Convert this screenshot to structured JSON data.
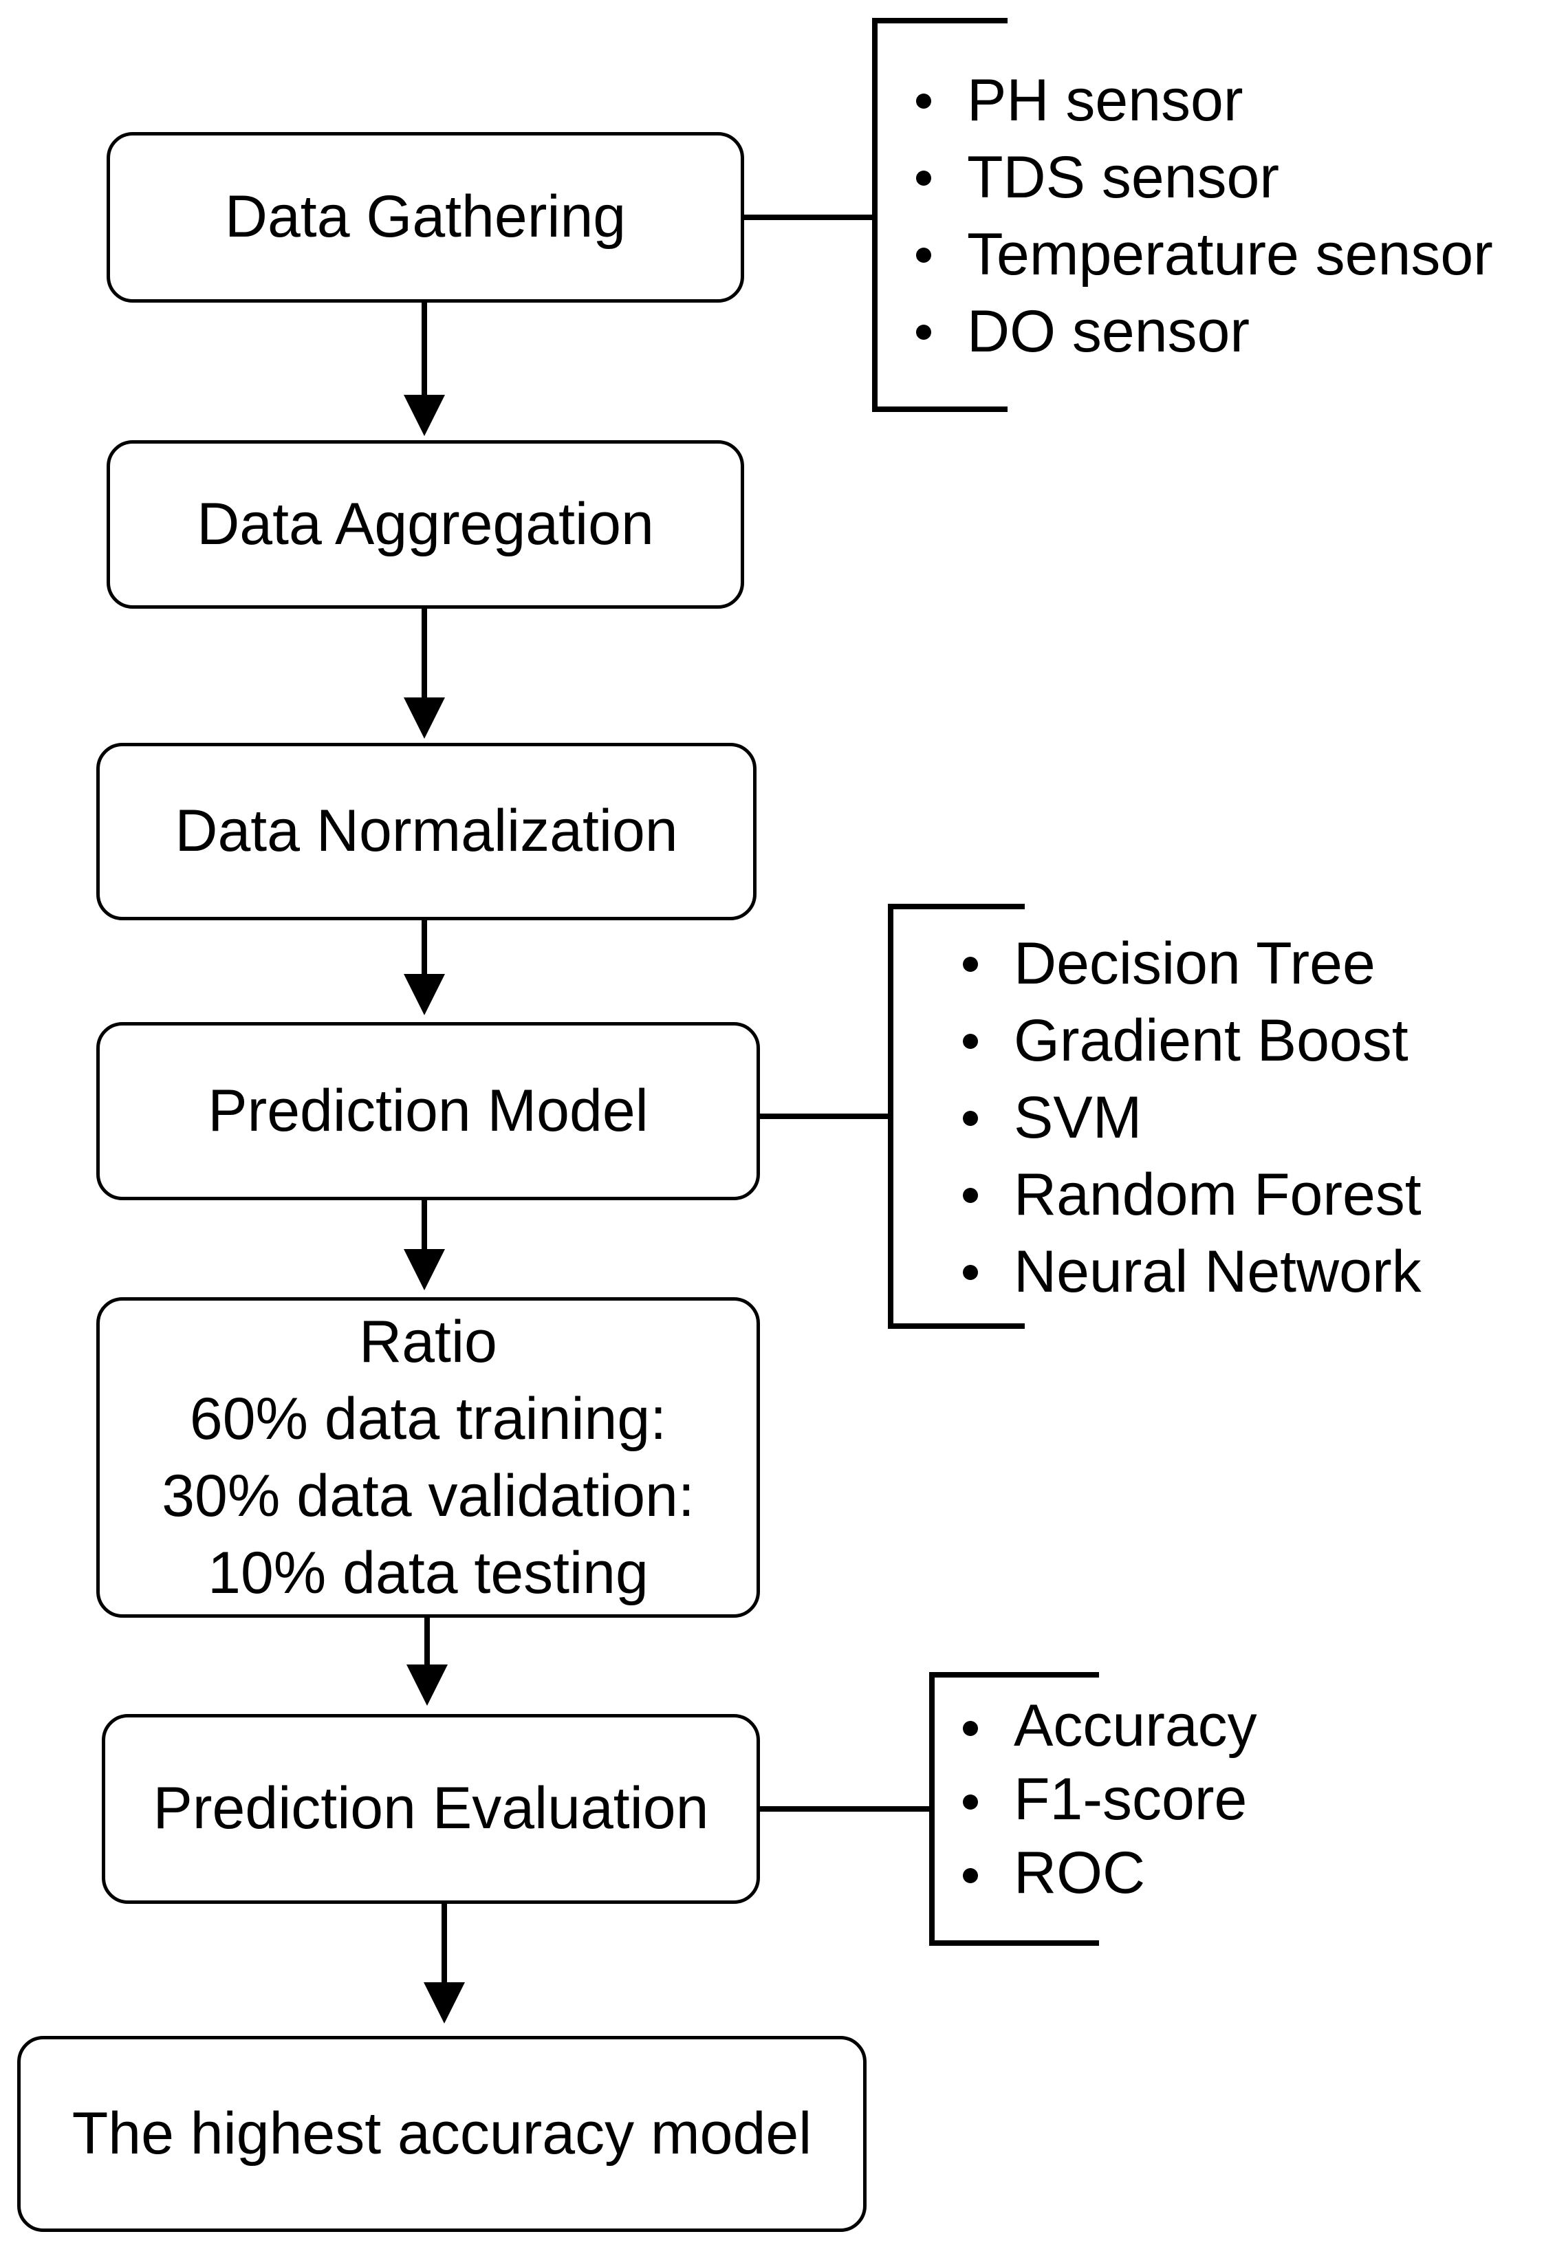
{
  "steps": [
    {
      "label": "Data Gathering"
    },
    {
      "label": "Data Aggregation"
    },
    {
      "label": "Data Normalization"
    },
    {
      "label": "Prediction Model"
    },
    {
      "lines": [
        "Ratio",
        "60% data training:",
        "30% data validation:",
        "10% data testing"
      ]
    },
    {
      "label": "Prediction Evaluation"
    },
    {
      "label": "The highest accuracy model"
    }
  ],
  "sensors": [
    "PH sensor",
    "TDS sensor",
    "Temperature sensor",
    "DO sensor"
  ],
  "models": [
    "Decision Tree",
    "Gradient Boost",
    "SVM",
    "Random Forest",
    "Neural Network"
  ],
  "metrics": [
    "Accuracy",
    "F1-score",
    "ROC"
  ]
}
